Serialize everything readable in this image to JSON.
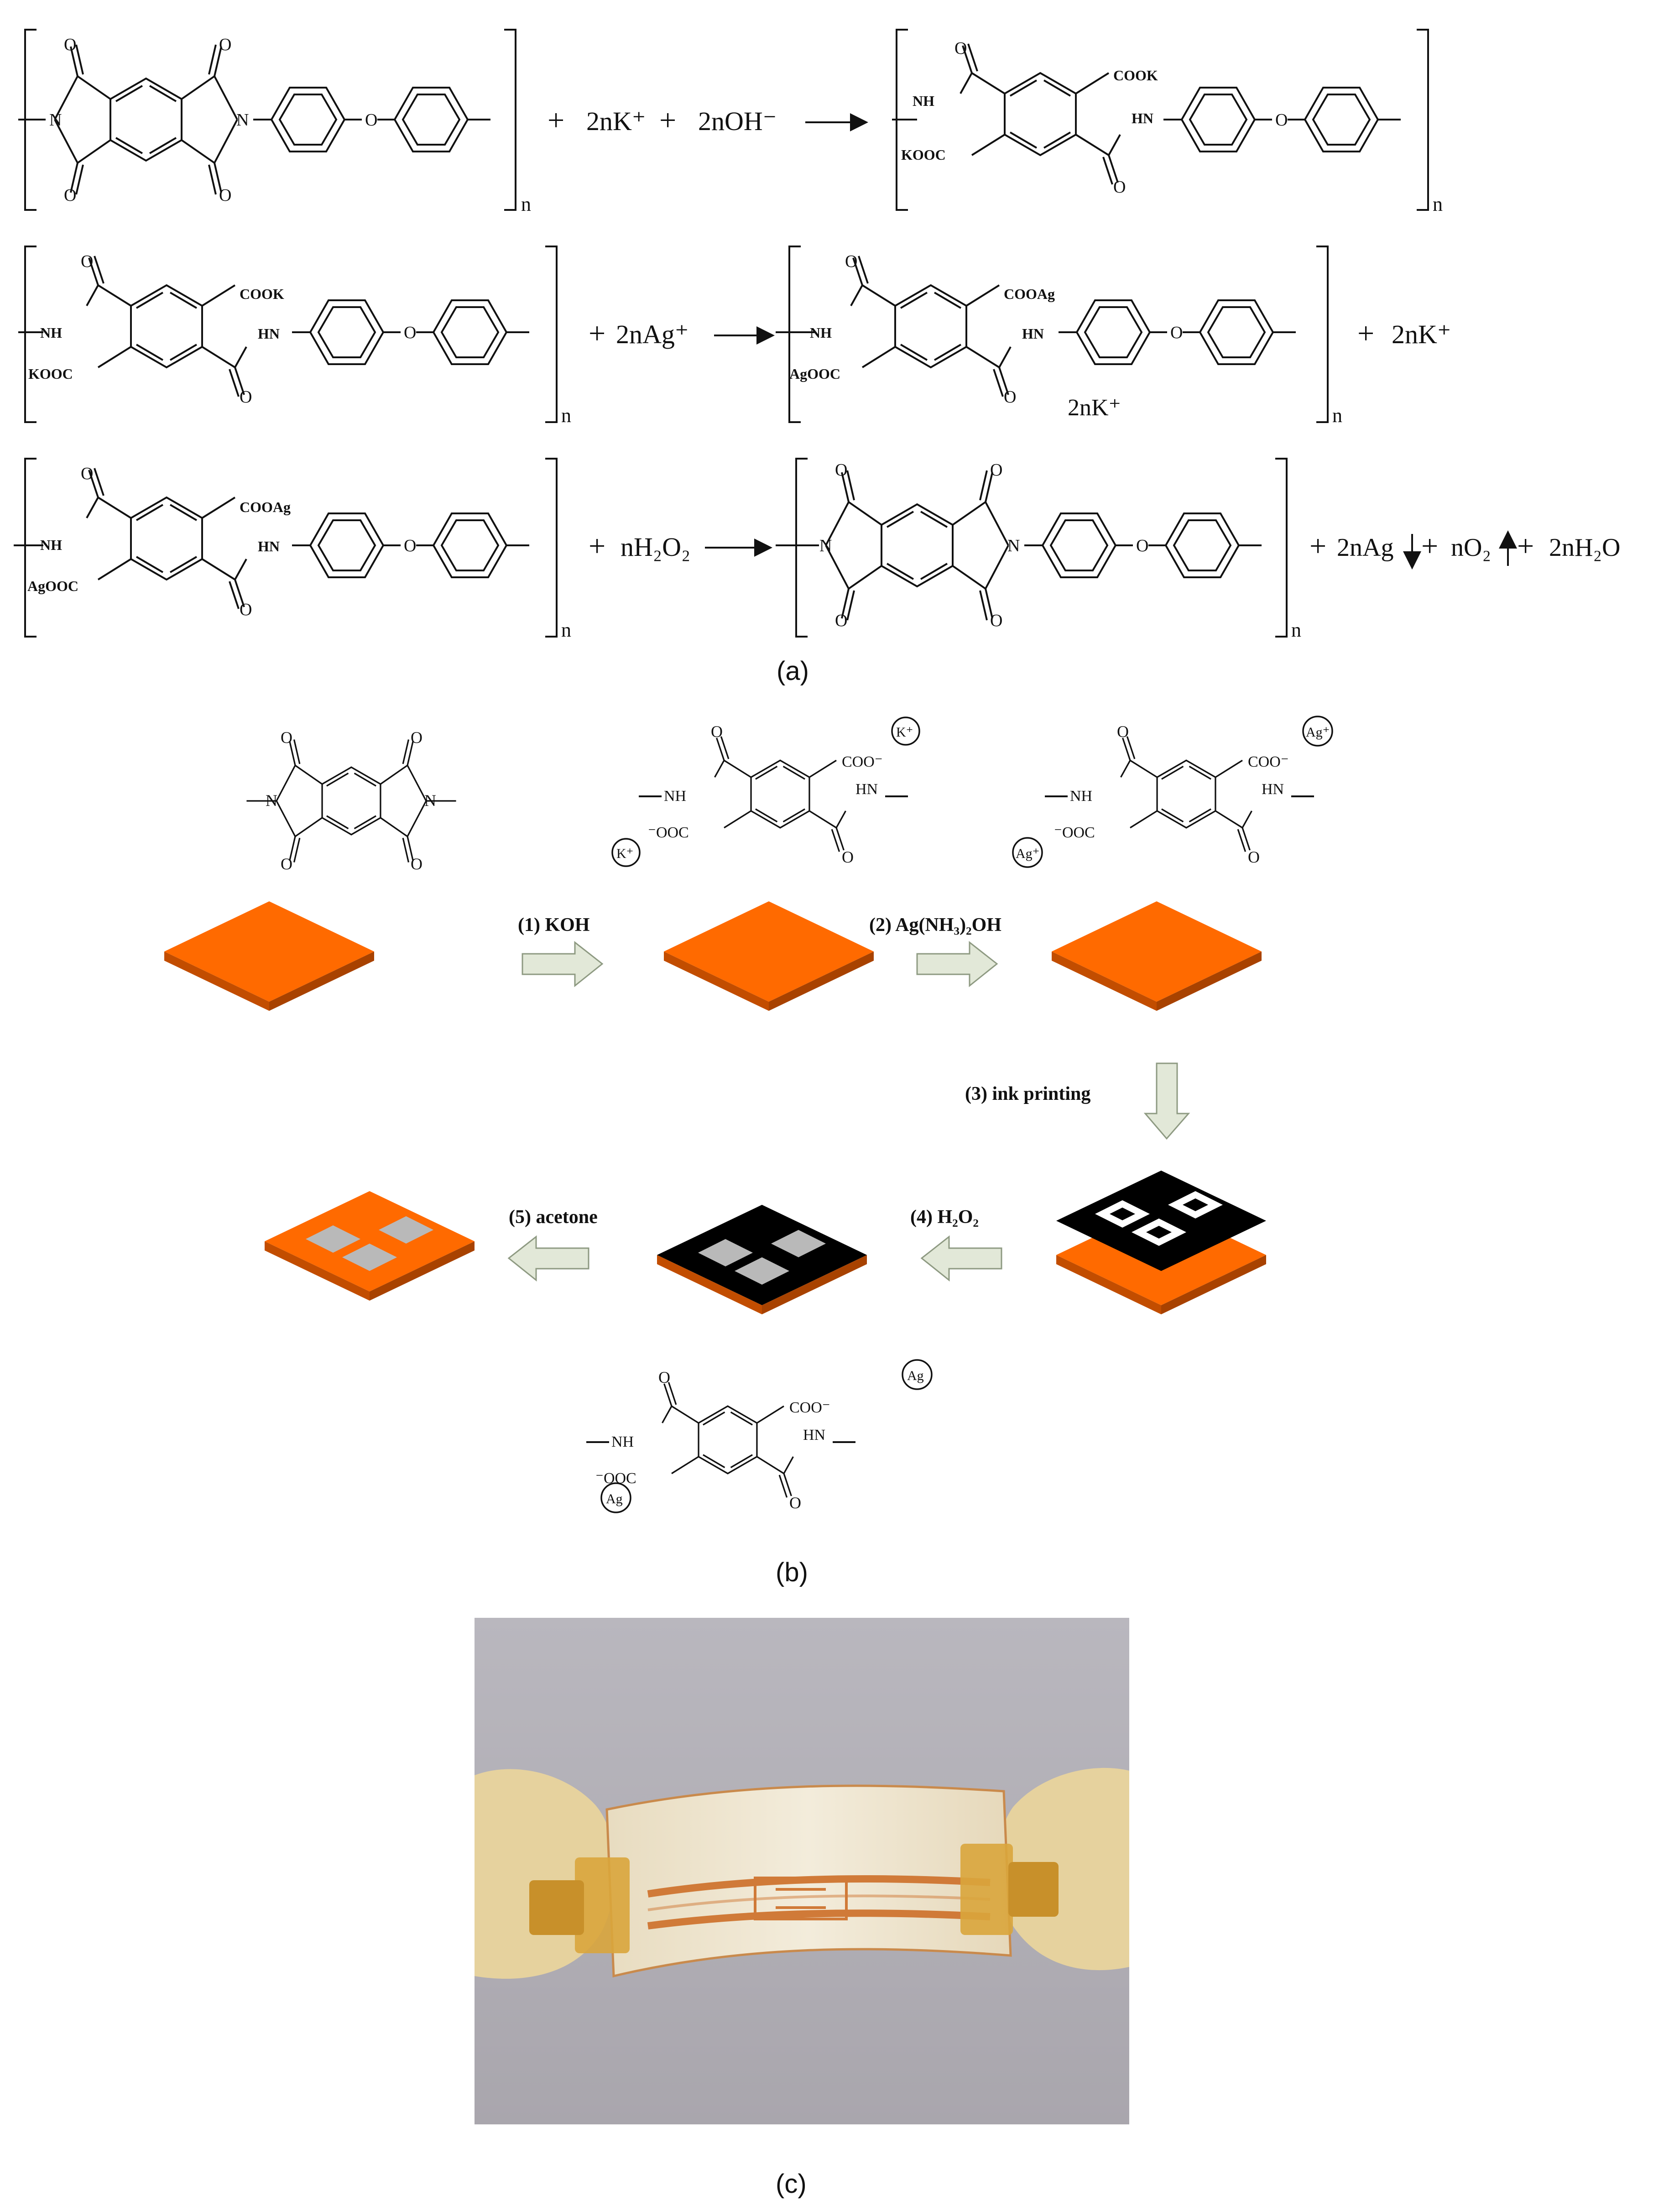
{
  "panel_a": {
    "caption": "(a)",
    "row1": {
      "reactant_atoms": {
        "n_left": "N",
        "n_right": "N",
        "o_ether": "O",
        "o_carbonyls": [
          "O",
          "O",
          "O",
          "O"
        ]
      },
      "subscript_left": "n",
      "plus_terms": [
        "2nK⁺",
        "2nOH⁻"
      ],
      "product_labels": {
        "nh": "NH",
        "kooc": "KOOC",
        "cook": "COOK",
        "hn": "HN",
        "o_ether": "O",
        "o_top": "O",
        "o_bottom": "O"
      },
      "subscript_right": "n"
    },
    "row2": {
      "reactant_labels": {
        "nh": "NH",
        "kooc": "KOOC",
        "cook": "COOK",
        "hn": "HN",
        "o_ether": "O",
        "o_top": "O",
        "o_bottom": "O"
      },
      "subscript_left": "n",
      "reagent": "2nAg⁺",
      "product_labels": {
        "nh": "NH",
        "agooc": "AgOOC",
        "cooag": "COOAg",
        "hn": "HN",
        "o_ether": "O",
        "o_top": "O",
        "o_bottom": "O"
      },
      "inner_note": "2nK⁺",
      "subscript_right": "n",
      "byproduct": "2nK⁺"
    },
    "row3": {
      "reactant_labels": {
        "nh": "NH",
        "agooc": "AgOOC",
        "cooag": "COOAg",
        "hn": "HN",
        "o_ether": "O",
        "o_top": "O",
        "o_bottom": "O"
      },
      "subscript_left": "n",
      "reagent": "nH₂O₂",
      "product_atoms": {
        "n_left": "N",
        "n_right": "N",
        "o_ether": "O",
        "o_carbonyls": [
          "O",
          "O",
          "O",
          "O"
        ]
      },
      "subscript_right": "n",
      "byproducts": [
        "2nAg",
        "nO₂",
        "2nH₂O"
      ]
    }
  },
  "panel_b": {
    "caption": "(b)",
    "steps": [
      "(1) KOH",
      "(2) Ag(NH₃)₂OH",
      "(3) ink printing",
      "(4) H₂O₂",
      "(5) acetone"
    ],
    "structure_labels": {
      "imide_n": "N",
      "imide_o": "O",
      "nh": "NH",
      "hn": "HN",
      "coo": "COO⁻",
      "ooc": "⁻OOC",
      "o": "O",
      "k_ion": "K⁺",
      "ag_ion": "Ag⁺",
      "ag_atom": "Ag"
    },
    "colors": {
      "polyimide": "#ff6a00",
      "polyimide_edge": "#c24d00",
      "mask": "#000000",
      "silver": "#b9b9b9",
      "arrow_fill": "#e2e8d8",
      "arrow_stroke": "#8e9a82"
    }
  },
  "panel_c": {
    "caption": "(c)",
    "photo_description_colors": {
      "background": "#b4b1b8",
      "film": "#efe7d3",
      "trace": "#d07a38",
      "connector": "#d9a53c",
      "glove": "#e6d29e"
    }
  }
}
